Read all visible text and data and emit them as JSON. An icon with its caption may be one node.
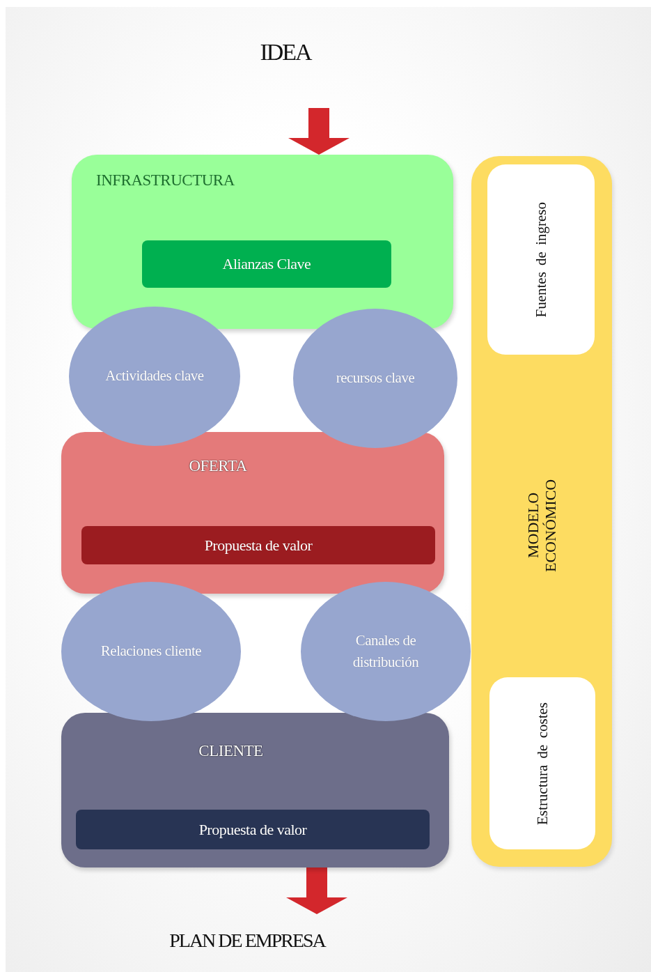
{
  "diagram": {
    "nodes": [
      {
        "text": [
          "IDEA"
        ]
      },
      {
        "text": [
          "INFRASTRUCTURA"
        ]
      },
      {
        "text": [
          "Alianzas Clave"
        ],
        "in": 1
      },
      {
        "text": [
          "Actividades clave"
        ]
      },
      {
        "text": [
          "recursos clave"
        ]
      },
      {
        "text": [
          "OFERTA"
        ]
      },
      {
        "text": [
          "Propuesta de valor"
        ],
        "in": 5
      },
      {
        "text": [
          "Relaciones cliente"
        ]
      },
      {
        "text": [
          "Canales de distribución"
        ]
      },
      {
        "text": [
          "CLIENTE"
        ]
      },
      {
        "text": [
          "Propuesta de valor"
        ],
        "in": 9
      },
      {
        "text": [
          "MODELO ECONÓMICO"
        ]
      },
      {
        "text": [
          "Fuentes de ingreso"
        ],
        "in": 11
      },
      {
        "text": [
          "Estructura de costes"
        ],
        "in": 11
      },
      {
        "text": [
          "PLAN DE EMPRESA"
        ]
      }
    ],
    "edges": [
      {
        "from": 0,
        "to": 1,
        "arrow": "to",
        "style": "thick"
      },
      {
        "from": 9,
        "to": 14,
        "arrow": "to",
        "style": "thick"
      }
    ]
  }
}
